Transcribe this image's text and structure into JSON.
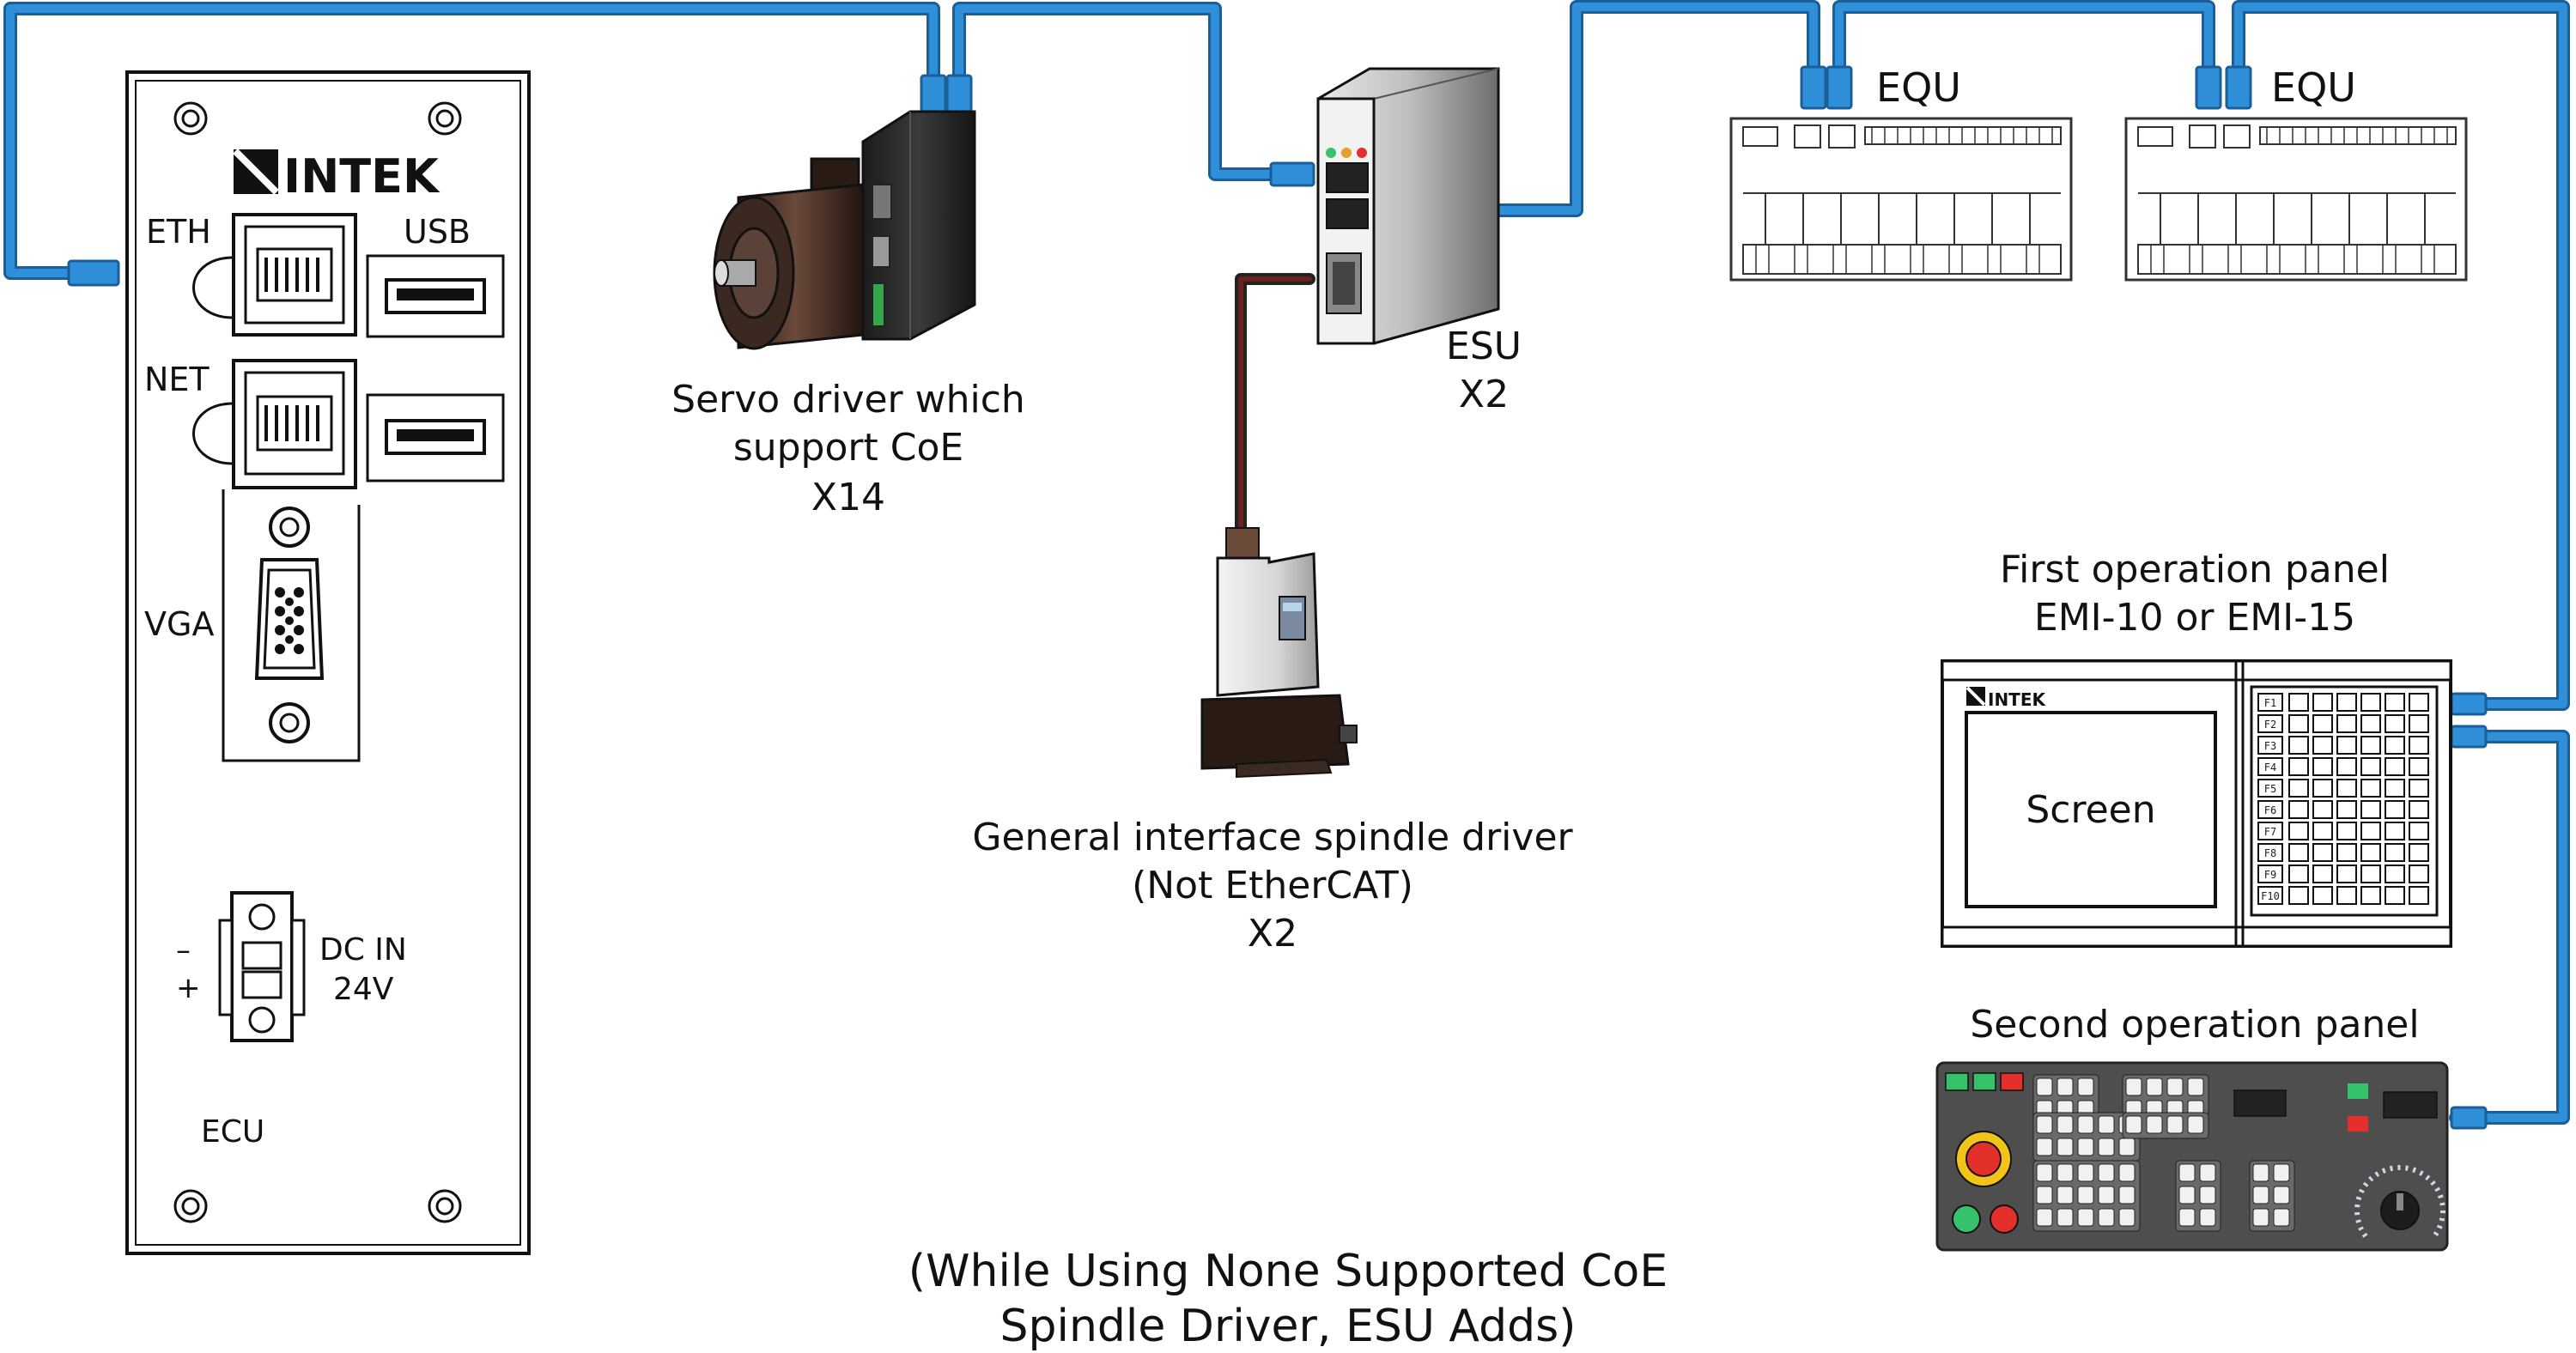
{
  "colors": {
    "cable": "#2f8fd8",
    "cable_dark": "#1b5e98",
    "outline": "#111111",
    "panel_gray": "#4e4e4e",
    "led_green": "#35c26a",
    "led_red": "#e3302a",
    "estop_yellow": "#f2c318"
  },
  "ecu": {
    "brand": "INTEK",
    "port_eth": "ETH",
    "port_usb": "USB",
    "port_net": "NET",
    "port_vga": "VGA",
    "dc_in": "DC IN",
    "dc_voltage": "24V",
    "minus": "–",
    "plus": "+",
    "name": "ECU"
  },
  "servo": {
    "label_line1": "Servo driver which",
    "label_line2": "support CoE",
    "label_line3": "X14"
  },
  "esu": {
    "label_line1": "ESU",
    "label_line2": "X2"
  },
  "spindle": {
    "label_line1": "General interface spindle driver",
    "label_line2": "(Not EtherCAT)",
    "label_line3": "X2"
  },
  "equ": {
    "label_a": "EQU",
    "label_b": "EQU"
  },
  "panel1": {
    "title_line1": "First operation panel",
    "title_line2": "EMI-10 or EMI-15",
    "brand": "INTEK",
    "screen": "Screen",
    "fkeys": [
      "F1",
      "F2",
      "F3",
      "F4",
      "F5",
      "F6",
      "F7",
      "F8",
      "F9",
      "F10"
    ]
  },
  "panel2": {
    "title": "Second operation panel"
  },
  "caption": {
    "line1": "(While Using None Supported CoE",
    "line2": "Spindle Driver, ESU Adds)"
  }
}
